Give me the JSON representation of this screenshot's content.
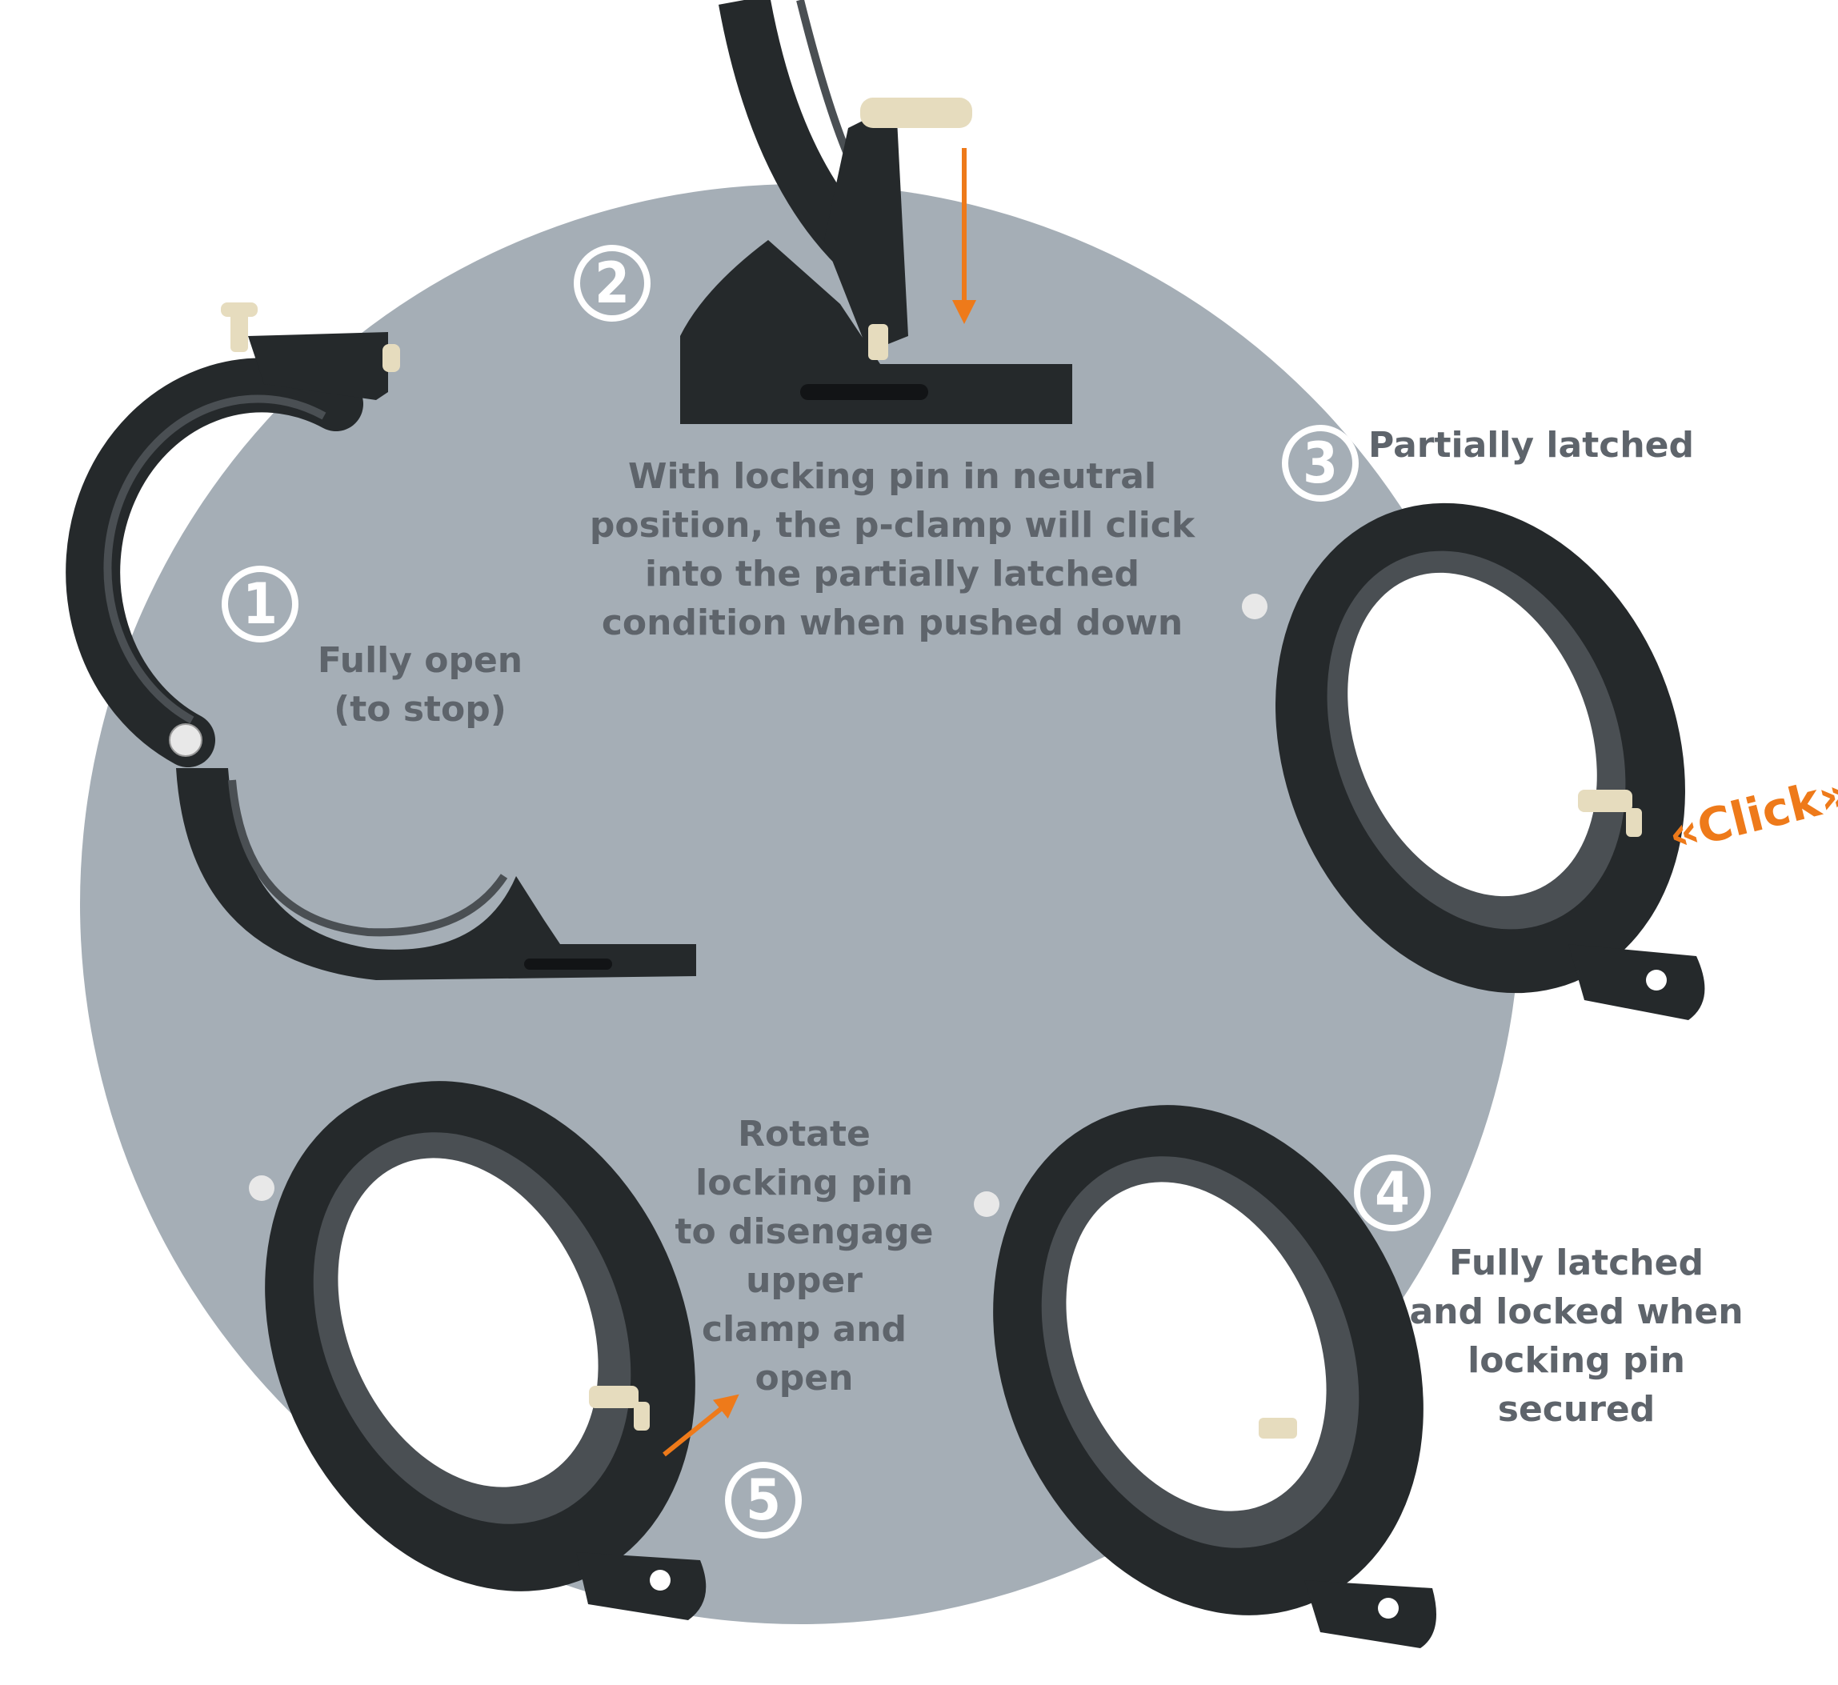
{
  "steps": [
    {
      "number": "1",
      "label_lines": [
        "Fully open",
        "(to stop)"
      ]
    },
    {
      "number": "2",
      "label_lines": [
        "With locking pin in neutral",
        "position, the p-clamp will click",
        "into the partially latched",
        "condition when pushed down"
      ]
    },
    {
      "number": "3",
      "label_lines": [
        "Partially latched"
      ]
    },
    {
      "number": "4",
      "label_lines": [
        "Fully latched",
        "and locked when",
        "locking pin",
        "secured"
      ]
    },
    {
      "number": "5",
      "label_lines": [
        "Rotate",
        "locking pin",
        "to disengage",
        "upper",
        "clamp and",
        "open"
      ]
    }
  ],
  "click_text": "«Click»",
  "colors": {
    "background_circle": "#a5aeb6",
    "clamp_body": "#25292b",
    "clamp_liner": "#4a4f53",
    "locking_pin": "#e6dcbe",
    "arrow": "#ee7a1a",
    "label_text": "#5e646b"
  }
}
